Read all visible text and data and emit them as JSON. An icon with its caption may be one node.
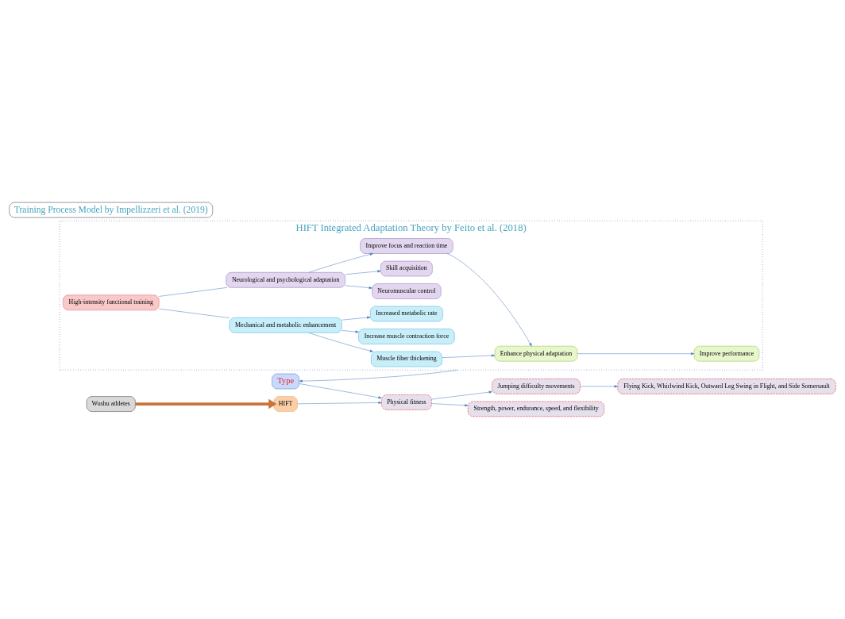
{
  "diagram": {
    "nodes": [
      {
        "text": [
          "HIFT Integrated Adaptation Theory by Feito et al. (2018)"
        ]
      },
      {
        "text": [
          "High-intensity functional training"
        ],
        "in": 0
      },
      {
        "text": [
          "Mechanical and metabolic enhancement"
        ],
        "in": 0
      },
      {
        "text": [
          "Neurological and psychological adaptation"
        ],
        "in": 0
      },
      {
        "text": [
          "Muscle fiber thickening"
        ],
        "in": 0
      },
      {
        "text": [
          "Increase muscle contraction force"
        ],
        "in": 0
      },
      {
        "text": [
          "Increased metabolic rate"
        ],
        "in": 0
      },
      {
        "text": [
          "Neuromuscular control"
        ],
        "in": 0
      },
      {
        "text": [
          "Skill acquisition"
        ],
        "in": 0
      },
      {
        "text": [
          "Improve focus and reaction time"
        ],
        "in": 0
      },
      {
        "text": [
          "Enhance physical adaptation"
        ],
        "in": 0
      },
      {
        "text": [
          "Improve performance"
        ],
        "in": 0
      },
      {
        "text": [
          "Type"
        ]
      },
      {
        "text": [
          "HIFT"
        ]
      },
      {
        "text": [
          "Wushu athletes"
        ]
      },
      {
        "text": [
          "Physical fitness"
        ]
      },
      {
        "text": [
          "Jumping difficulty movements"
        ]
      },
      {
        "text": [
          "Strength, power, endurance, speed, and flexibility"
        ]
      },
      {
        "text": [
          "Flying Kick, Whirlwind Kick, Outward Leg Swing in Flight, and Side Somersault"
        ]
      },
      {
        "text": [
          "Training Process Model by Impellizzeri et al. (2019)"
        ]
      }
    ],
    "edges": [
      {
        "from": 1,
        "to": 2,
        "arrow": "none"
      },
      {
        "from": 1,
        "to": 3,
        "arrow": "none"
      },
      {
        "from": 2,
        "to": 4,
        "arrow": "to"
      },
      {
        "from": 2,
        "to": 5,
        "arrow": "to"
      },
      {
        "from": 2,
        "to": 6,
        "arrow": "to"
      },
      {
        "from": 3,
        "to": 7,
        "arrow": "to"
      },
      {
        "from": 3,
        "to": 8,
        "arrow": "to"
      },
      {
        "from": 3,
        "to": 9,
        "arrow": "to"
      },
      {
        "from": 4,
        "to": 10,
        "arrow": "to"
      },
      {
        "from": 9,
        "to": 10,
        "arrow": "to"
      },
      {
        "from": 10,
        "to": 11,
        "arrow": "to"
      },
      {
        "from": 0,
        "to": 12,
        "arrow": "to"
      },
      {
        "from": 12,
        "to": 15,
        "arrow": "to"
      },
      {
        "from": 13,
        "to": 15,
        "arrow": "to"
      },
      {
        "from": 14,
        "to": 13,
        "arrow": "to",
        "style": "thick",
        "color": "#c8743c"
      },
      {
        "from": 15,
        "to": 16,
        "arrow": "to"
      },
      {
        "from": 15,
        "to": 17,
        "arrow": "to"
      },
      {
        "from": 16,
        "to": 18,
        "arrow": "to"
      }
    ]
  }
}
